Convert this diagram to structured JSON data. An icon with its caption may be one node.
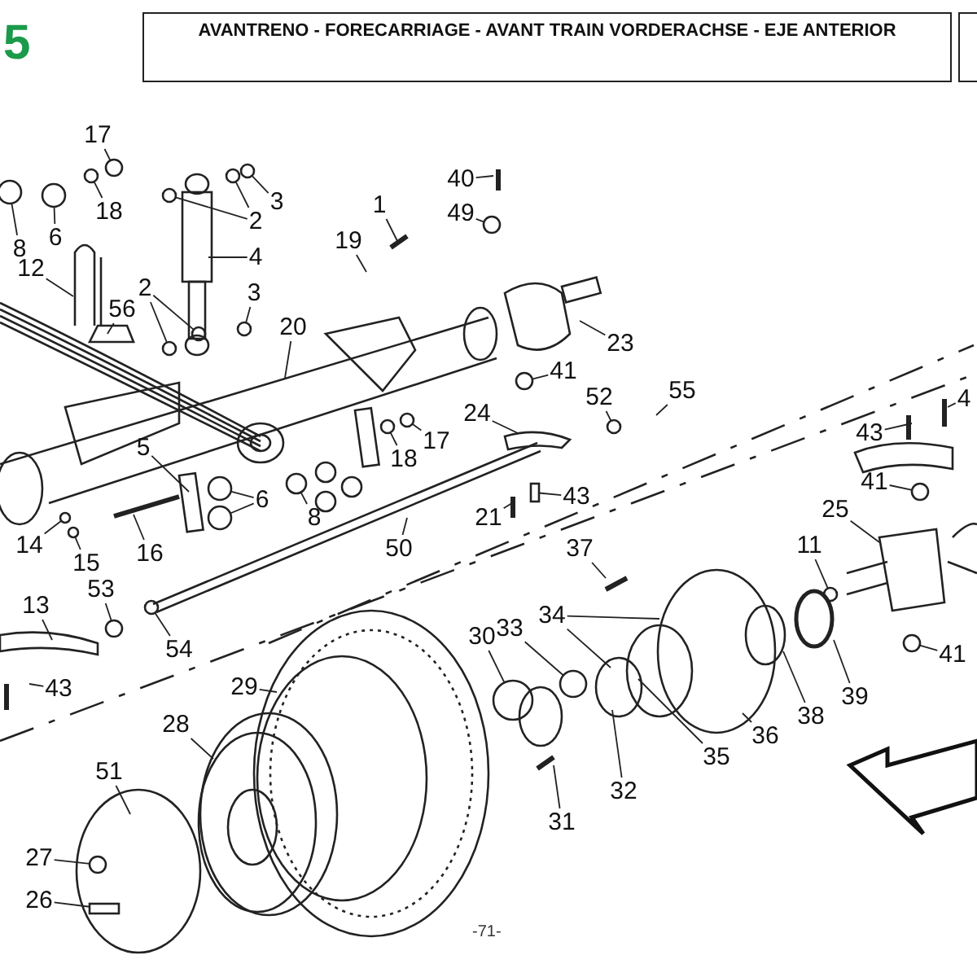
{
  "diagram": {
    "title": "AVANTRENO - FORECARRIAGE - AVANT TRAIN VORDERACHSE - EJE ANTERIOR",
    "nodes": [
      {
        "text": [
          "17"
        ]
      },
      {
        "text": [
          "40"
        ]
      },
      {
        "text": [
          "1"
        ]
      },
      {
        "text": [
          "3"
        ]
      },
      {
        "text": [
          "18"
        ]
      },
      {
        "text": [
          "49"
        ]
      },
      {
        "text": [
          "2"
        ]
      },
      {
        "text": [
          "6"
        ]
      },
      {
        "text": [
          "19"
        ]
      },
      {
        "text": [
          "8"
        ]
      },
      {
        "text": [
          "4"
        ]
      },
      {
        "text": [
          "12"
        ]
      },
      {
        "text": [
          "2"
        ]
      },
      {
        "text": [
          "3"
        ]
      },
      {
        "text": [
          "56"
        ]
      },
      {
        "text": [
          "20"
        ]
      },
      {
        "text": [
          "23"
        ]
      },
      {
        "text": [
          "41"
        ]
      },
      {
        "text": [
          "52"
        ]
      },
      {
        "text": [
          "55"
        ]
      },
      {
        "text": [
          "24"
        ]
      },
      {
        "text": [
          "43"
        ]
      },
      {
        "text": [
          "4"
        ]
      },
      {
        "text": [
          "17"
        ]
      },
      {
        "text": [
          "18"
        ]
      },
      {
        "text": [
          "5"
        ]
      },
      {
        "text": [
          "41"
        ]
      },
      {
        "text": [
          "6"
        ]
      },
      {
        "text": [
          "21"
        ]
      },
      {
        "text": [
          "43"
        ]
      },
      {
        "text": [
          "25"
        ]
      },
      {
        "text": [
          "16"
        ]
      },
      {
        "text": [
          "15"
        ]
      },
      {
        "text": [
          "14"
        ]
      },
      {
        "text": [
          "8"
        ]
      },
      {
        "text": [
          "50"
        ]
      },
      {
        "text": [
          "11"
        ]
      },
      {
        "text": [
          "37"
        ]
      },
      {
        "text": [
          "13"
        ]
      },
      {
        "text": [
          "53"
        ]
      },
      {
        "text": [
          "30"
        ]
      },
      {
        "text": [
          "33"
        ]
      },
      {
        "text": [
          "34"
        ]
      },
      {
        "text": [
          "54"
        ]
      },
      {
        "text": [
          "41"
        ]
      },
      {
        "text": [
          "29"
        ]
      },
      {
        "text": [
          "43"
        ]
      },
      {
        "text": [
          "39"
        ]
      },
      {
        "text": [
          "38"
        ]
      },
      {
        "text": [
          "28"
        ]
      },
      {
        "text": [
          "36"
        ]
      },
      {
        "text": [
          "35"
        ]
      },
      {
        "text": [
          "51"
        ]
      },
      {
        "text": [
          "32"
        ]
      },
      {
        "text": [
          "31"
        ]
      },
      {
        "text": [
          "27"
        ]
      },
      {
        "text": [
          "26"
        ]
      },
      {
        "text": [],
        "shape": "circle"
      },
      {
        "text": [],
        "shape": "circle"
      },
      {
        "text": [],
        "shape": "circle"
      },
      {
        "text": [],
        "shape": "circle"
      },
      {
        "text": [],
        "shape": "circle"
      },
      {
        "text": [],
        "shape": "circle"
      },
      {
        "text": [],
        "shape": "circle"
      },
      {
        "text": [],
        "shape": "circle"
      },
      {
        "text": [],
        "shape": "circle"
      },
      {
        "text": [],
        "shape": "circle"
      },
      {
        "text": [],
        "shape": "circle"
      },
      {
        "text": [],
        "shape": "circle"
      },
      {
        "text": [],
        "shape": "circle"
      },
      {
        "text": [],
        "shape": "circle"
      },
      {
        "text": [],
        "shape": "circle"
      },
      {
        "text": [],
        "shape": "circle"
      },
      {
        "text": [],
        "shape": "circle"
      },
      {
        "text": [],
        "shape": "circle"
      },
      {
        "text": [],
        "shape": "circle"
      },
      {
        "text": [],
        "shape": "circle"
      },
      {
        "text": [],
        "shape": "circle"
      },
      {
        "text": [],
        "shape": "circle"
      },
      {
        "text": [],
        "shape": "circle"
      },
      {
        "text": [],
        "shape": "circle"
      },
      {
        "text": [],
        "shape": "circle"
      },
      {
        "text": [],
        "shape": "circle"
      },
      {
        "text": [],
        "shape": "circle"
      },
      {
        "text": [],
        "shape": "circle"
      },
      {
        "text": [],
        "shape": "box"
      },
      {
        "text": [],
        "shape": "box"
      }
    ],
    "edges": [
      {
        "from": 0,
        "to": 60,
        "arrow": "none"
      },
      {
        "from": 1,
        "to": null,
        "arrow": "none"
      },
      {
        "from": 2,
        "to": null,
        "arrow": "none"
      },
      {
        "from": 3,
        "to": 63,
        "arrow": "none"
      },
      {
        "from": 4,
        "to": 59,
        "arrow": "none"
      },
      {
        "from": 5,
        "to": 83,
        "arrow": "none"
      },
      {
        "from": 6,
        "to": 61,
        "arrow": "none"
      },
      {
        "from": 6,
        "to": 62,
        "arrow": "none"
      },
      {
        "from": 7,
        "to": 58,
        "arrow": "none"
      },
      {
        "from": 8,
        "to": null,
        "arrow": "none"
      },
      {
        "from": 9,
        "to": 57,
        "arrow": "none"
      },
      {
        "from": 10,
        "to": null,
        "arrow": "none"
      },
      {
        "from": 11,
        "to": null,
        "arrow": "none"
      },
      {
        "from": 12,
        "to": 64,
        "arrow": "none"
      },
      {
        "from": 12,
        "to": 65,
        "arrow": "none"
      },
      {
        "from": 13,
        "to": 66,
        "arrow": "none"
      },
      {
        "from": 14,
        "to": null,
        "arrow": "none"
      },
      {
        "from": 15,
        "to": null,
        "arrow": "none"
      },
      {
        "from": 16,
        "to": null,
        "arrow": "none"
      },
      {
        "from": 17,
        "to": 77,
        "arrow": "none"
      },
      {
        "from": 18,
        "to": 76,
        "arrow": "none"
      },
      {
        "from": 19,
        "to": null,
        "arrow": "none"
      },
      {
        "from": 20,
        "to": null,
        "arrow": "none"
      },
      {
        "from": 21,
        "to": null,
        "arrow": "none"
      },
      {
        "from": 22,
        "to": null,
        "arrow": "none"
      },
      {
        "from": 23,
        "to": 71,
        "arrow": "none"
      },
      {
        "from": 24,
        "to": 70,
        "arrow": "none"
      },
      {
        "from": 25,
        "to": null,
        "arrow": "none"
      },
      {
        "from": 26,
        "to": 78,
        "arrow": "none"
      },
      {
        "from": 27,
        "to": 67,
        "arrow": "none"
      },
      {
        "from": 27,
        "to": 68,
        "arrow": "none"
      },
      {
        "from": 28,
        "to": null,
        "arrow": "none"
      },
      {
        "from": 29,
        "to": 86,
        "arrow": "none"
      },
      {
        "from": 30,
        "to": null,
        "arrow": "none"
      },
      {
        "from": 31,
        "to": null,
        "arrow": "none"
      },
      {
        "from": 32,
        "to": 73,
        "arrow": "none"
      },
      {
        "from": 33,
        "to": 72,
        "arrow": "none"
      },
      {
        "from": 34,
        "to": 69,
        "arrow": "none"
      },
      {
        "from": 35,
        "to": null,
        "arrow": "none"
      },
      {
        "from": 36,
        "to": 80,
        "arrow": "none"
      },
      {
        "from": 37,
        "to": null,
        "arrow": "none"
      },
      {
        "from": 38,
        "to": null,
        "arrow": "none"
      },
      {
        "from": 39,
        "to": 75,
        "arrow": "none"
      },
      {
        "from": 40,
        "to": 82,
        "arrow": "none"
      },
      {
        "from": 41,
        "to": 81,
        "arrow": "none"
      },
      {
        "from": 42,
        "to": null,
        "arrow": "none"
      },
      {
        "from": 42,
        "to": null,
        "arrow": "none"
      },
      {
        "from": 43,
        "to": 74,
        "arrow": "none"
      },
      {
        "from": 44,
        "to": 79,
        "arrow": "none"
      },
      {
        "from": 45,
        "to": null,
        "arrow": "none"
      },
      {
        "from": 46,
        "to": null,
        "arrow": "none"
      },
      {
        "from": 47,
        "to": null,
        "arrow": "none"
      },
      {
        "from": 48,
        "to": null,
        "arrow": "none"
      },
      {
        "from": 49,
        "to": null,
        "arrow": "none"
      },
      {
        "from": 50,
        "to": null,
        "arrow": "none"
      },
      {
        "from": 51,
        "to": null,
        "arrow": "none"
      },
      {
        "from": 52,
        "to": null,
        "arrow": "none"
      },
      {
        "from": 53,
        "to": null,
        "arrow": "none"
      },
      {
        "from": 54,
        "to": null,
        "arrow": "none"
      },
      {
        "from": 55,
        "to": 84,
        "arrow": "none"
      },
      {
        "from": 56,
        "to": 85,
        "arrow": "none"
      }
    ],
    "labels": [
      "5",
      "-71-"
    ]
  }
}
